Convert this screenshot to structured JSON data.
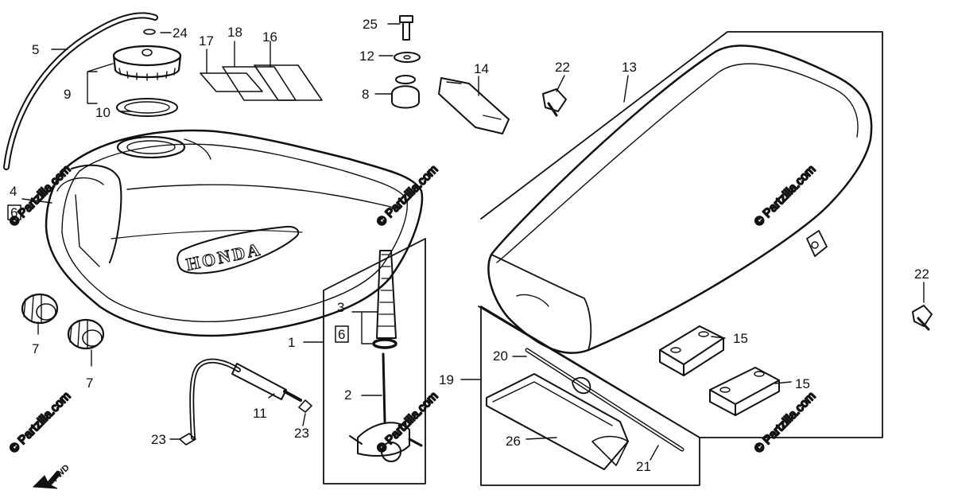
{
  "colors": {
    "ink": "#111111",
    "paper": "#ffffff",
    "watermark": "#cfcfcf"
  },
  "tank_brand": "HONDA",
  "fwd_label": "FWD",
  "watermark_text": "© Partzilla.com",
  "callouts": {
    "p1": "1",
    "p2": "2",
    "p3": "3",
    "p4": "4",
    "p5": "5",
    "p6": "6",
    "p7a": "7",
    "p7b": "7",
    "p8": "8",
    "p9": "9",
    "p10": "10",
    "p11": "11",
    "p12": "12",
    "p13": "13",
    "p14": "14",
    "p15a": "15",
    "p15b": "15",
    "p16": "16",
    "p17": "17",
    "p18": "18",
    "p19": "19",
    "p20": "20",
    "p21": "21",
    "p22a": "22",
    "p22b": "22",
    "p23a": "23",
    "p23b": "23",
    "p24": "24",
    "p25": "25",
    "p26": "26"
  }
}
